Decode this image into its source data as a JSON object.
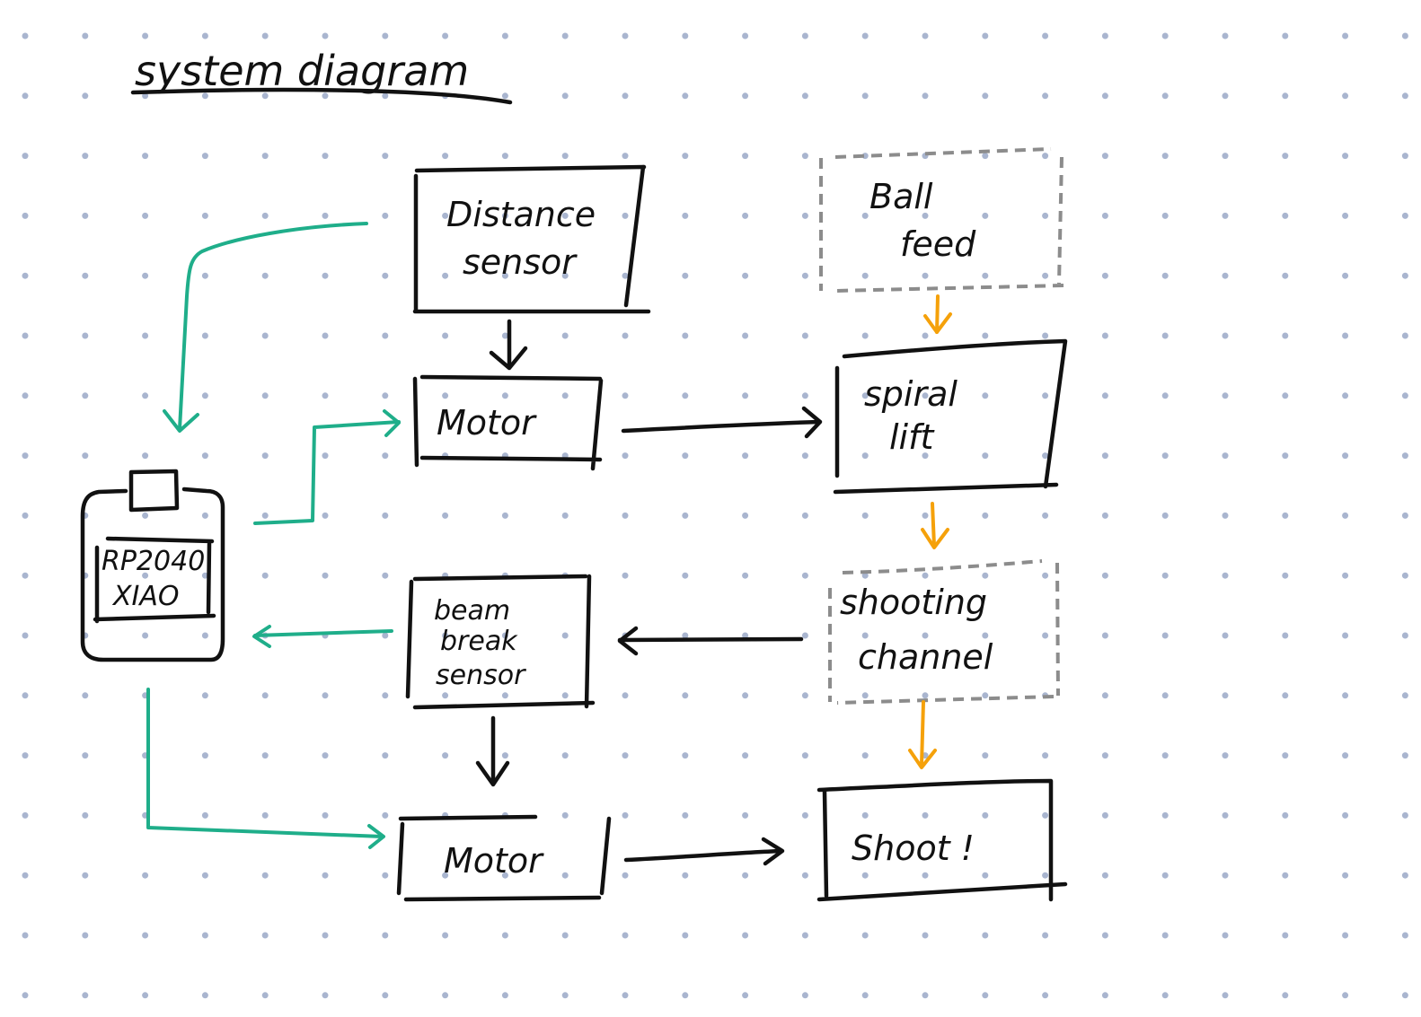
{
  "title": "system diagram",
  "colors": {
    "ink": "#111111",
    "control_arrow": "#1fae8a",
    "mechanical_arrow": "#f5a10a",
    "dashed_box": "#8c8c8c",
    "grid_dot": "#a9b5cf"
  },
  "nodes": {
    "distance_sensor": {
      "line1": "Distance",
      "line2": "sensor"
    },
    "ball_feed": {
      "line1": "Ball",
      "line2": "feed"
    },
    "motor_top": {
      "label": "Motor"
    },
    "spiral_lift": {
      "line1": "spiral",
      "line2": "lift"
    },
    "controller": {
      "line1": "RP2040",
      "line2": "XIAO"
    },
    "beam_break_sensor": {
      "line1": "beam",
      "line2": "break",
      "line3": "sensor"
    },
    "shooting_channel": {
      "line1": "shooting",
      "line2": "channel"
    },
    "motor_bottom": {
      "label": "Motor"
    },
    "shoot": {
      "label": "Shoot !"
    }
  },
  "edges": [
    {
      "from": "distance_sensor",
      "to": "controller",
      "style": "control"
    },
    {
      "from": "distance_sensor",
      "to": "motor_top",
      "style": "signal"
    },
    {
      "from": "controller",
      "to": "motor_top",
      "style": "control"
    },
    {
      "from": "motor_top",
      "to": "spiral_lift",
      "style": "signal"
    },
    {
      "from": "ball_feed",
      "to": "spiral_lift",
      "style": "mechanical"
    },
    {
      "from": "spiral_lift",
      "to": "shooting_channel",
      "style": "mechanical"
    },
    {
      "from": "shooting_channel",
      "to": "beam_break_sensor",
      "style": "signal"
    },
    {
      "from": "beam_break_sensor",
      "to": "controller",
      "style": "control"
    },
    {
      "from": "beam_break_sensor",
      "to": "motor_bottom",
      "style": "signal"
    },
    {
      "from": "controller",
      "to": "motor_bottom",
      "style": "control"
    },
    {
      "from": "shooting_channel",
      "to": "shoot",
      "style": "mechanical"
    },
    {
      "from": "motor_bottom",
      "to": "shoot",
      "style": "signal"
    }
  ]
}
